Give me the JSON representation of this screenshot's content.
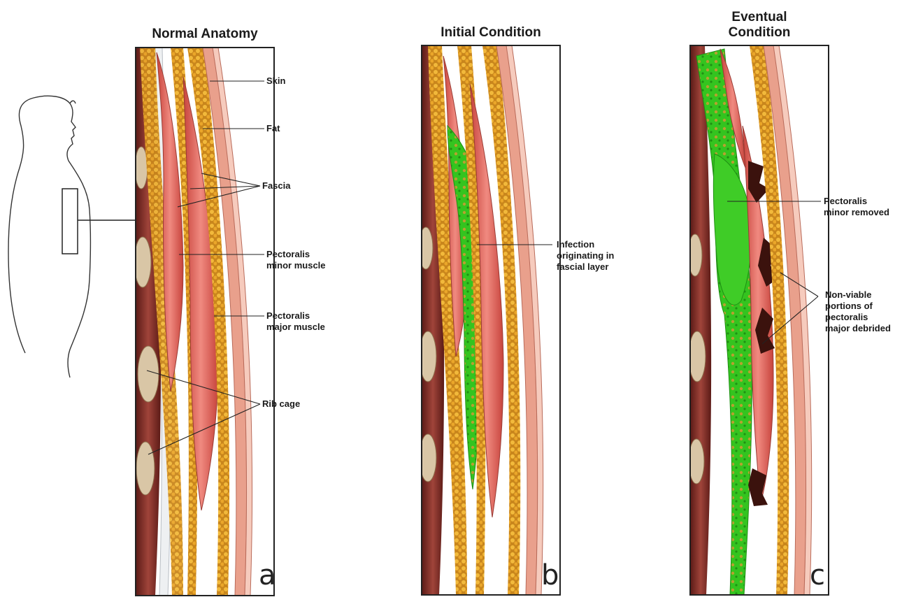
{
  "panels": [
    {
      "id": "a",
      "title": "Normal Anatomy",
      "letter": "a"
    },
    {
      "id": "b",
      "title": "Initial Condition",
      "letter": "b"
    },
    {
      "id": "c",
      "title_line1": "Eventual",
      "title_line2": "Condition",
      "letter": "c"
    }
  ],
  "labels_a": {
    "skin": "Skin",
    "fat": "Fat",
    "fascia": "Fascia",
    "pec_minor_1": "Pectoralis",
    "pec_minor_2": "minor muscle",
    "pec_major_1": "Pectoralis",
    "pec_major_2": "major muscle",
    "rib_cage": "Rib cage"
  },
  "labels_b": {
    "infection_1": "Infection",
    "infection_2": "originating in",
    "infection_3": "fascial layer"
  },
  "labels_c": {
    "removed_1": "Pectoralis",
    "removed_2": "minor removed",
    "nonviable_1": "Non-viable",
    "nonviable_2": "portions of",
    "nonviable_3": "pectoralis",
    "nonviable_4": "major debrided"
  },
  "colors": {
    "skin": "#e9a08c",
    "fat": "#e8a52a",
    "muscle": "#e0665f",
    "deep_muscle": "#7a2a26",
    "fascia": "#eef0f2",
    "infection": "#33c21f",
    "necrotic": "#3b120d"
  }
}
